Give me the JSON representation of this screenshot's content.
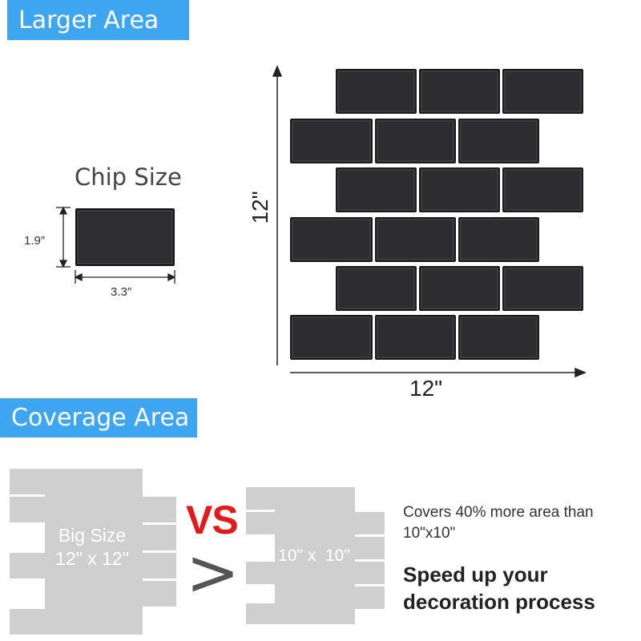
{
  "sections": {
    "larger_area": "Larger Area",
    "coverage_area": "Coverage Area"
  },
  "chip": {
    "title": "Chip Size",
    "height_label": "1.9″",
    "width_label": "3.3″"
  },
  "panel": {
    "width_label": "12\"",
    "height_label": "12\""
  },
  "comparison": {
    "big_size_line1": "Big Size",
    "big_size_line2": "12\" x 12\"",
    "vs": "VS",
    "greater": ">",
    "small_size": "10\" x  10\"",
    "covers_text": "Covers 40% more area than 10\"x10\"",
    "speed_text": "Speed up your decoration process"
  },
  "colors": {
    "banner": "#3ea6f0",
    "tile": "#2d2d2f",
    "vs_red": "#e21a1a",
    "shape_gray": "#cfcfcf"
  }
}
